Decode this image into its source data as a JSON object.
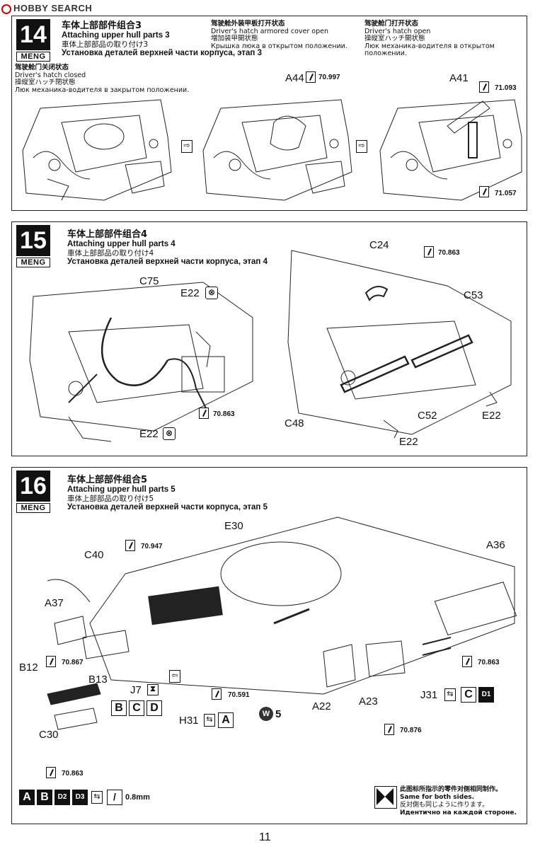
{
  "watermark": "HOBBY SEARCH",
  "brand": "MENG",
  "steps": [
    {
      "number": "14",
      "title_cn": "车体上部部件组合3",
      "title_en": "Attaching upper hull parts 3",
      "title_jp": "車体上部部品の取り付け3",
      "title_ru": "Установка деталей верхней части корпуса, этап 3",
      "captions": [
        {
          "cn": "驾驶舱门关闭状态",
          "en": "Driver's hatch closed",
          "jp": "操縦室ハッチ閉状態",
          "ru": "Люк механика-водителя в закрытом положении."
        },
        {
          "cn": "驾驶舱外装甲板打开状态",
          "en": "Driver's hatch armored cover open",
          "jp": "増加装甲開状態",
          "ru": "Крышка люка в открытом положении."
        },
        {
          "cn": "驾驶舱门打开状态",
          "en": "Driver's hatch open",
          "jp": "操縦室ハッチ開状態",
          "ru": "Люк механика-водителя в открытом положении."
        }
      ],
      "labels": {
        "a44": "A44",
        "a41": "A41"
      },
      "paints": {
        "p1": "70.997",
        "p2": "71.093",
        "p3": "71.057"
      }
    },
    {
      "number": "15",
      "title_cn": "车体上部部件组合4",
      "title_en": "Attaching upper hull parts 4",
      "title_jp": "車体上部部品の取り付け4",
      "title_ru": "Установка деталей верхней части корпуса, этап 4",
      "labels": {
        "c75": "C75",
        "e22a": "E22",
        "e22b": "E22",
        "c24": "C24",
        "c53": "C53",
        "c48": "C48",
        "c52": "C52",
        "e22c": "E22",
        "e22d": "E22"
      },
      "paints": {
        "p1": "70.863",
        "p2": "70.863"
      }
    },
    {
      "number": "16",
      "title_cn": "车体上部部件组合5",
      "title_en": "Attaching upper hull parts 5",
      "title_jp": "車体上部部品の取り付け5",
      "title_ru": "Установка деталей верхней части корпуса, этап 5",
      "labels": {
        "e30": "E30",
        "c40": "C40",
        "a36": "A36",
        "a37": "A37",
        "b12": "B12",
        "b13": "B13",
        "j7": "J7",
        "h31": "H31",
        "c30": "C30",
        "a22": "A22",
        "a23": "A23",
        "j31": "J31",
        "w5": "5",
        "w": "W"
      },
      "paints": {
        "p1": "70.947",
        "p2": "70.867",
        "p3": "70.591",
        "p4": "70.863",
        "p5": "70.876",
        "p6": "70.863"
      },
      "sprue_sets": {
        "j7": [
          "B",
          "C",
          "D"
        ],
        "h31": [
          "A"
        ],
        "j31": [
          "C",
          "D1"
        ],
        "bottom": [
          "A",
          "B",
          "D2",
          "D3"
        ]
      },
      "wire": "0.8mm",
      "note": {
        "cn": "此图标所指示的零件对侧相同制作。",
        "en": "Same for both sides.",
        "jp": "反対側も同じように作ります。",
        "ru": "Идентично на каждой стороне."
      }
    }
  ],
  "page_number": "11"
}
